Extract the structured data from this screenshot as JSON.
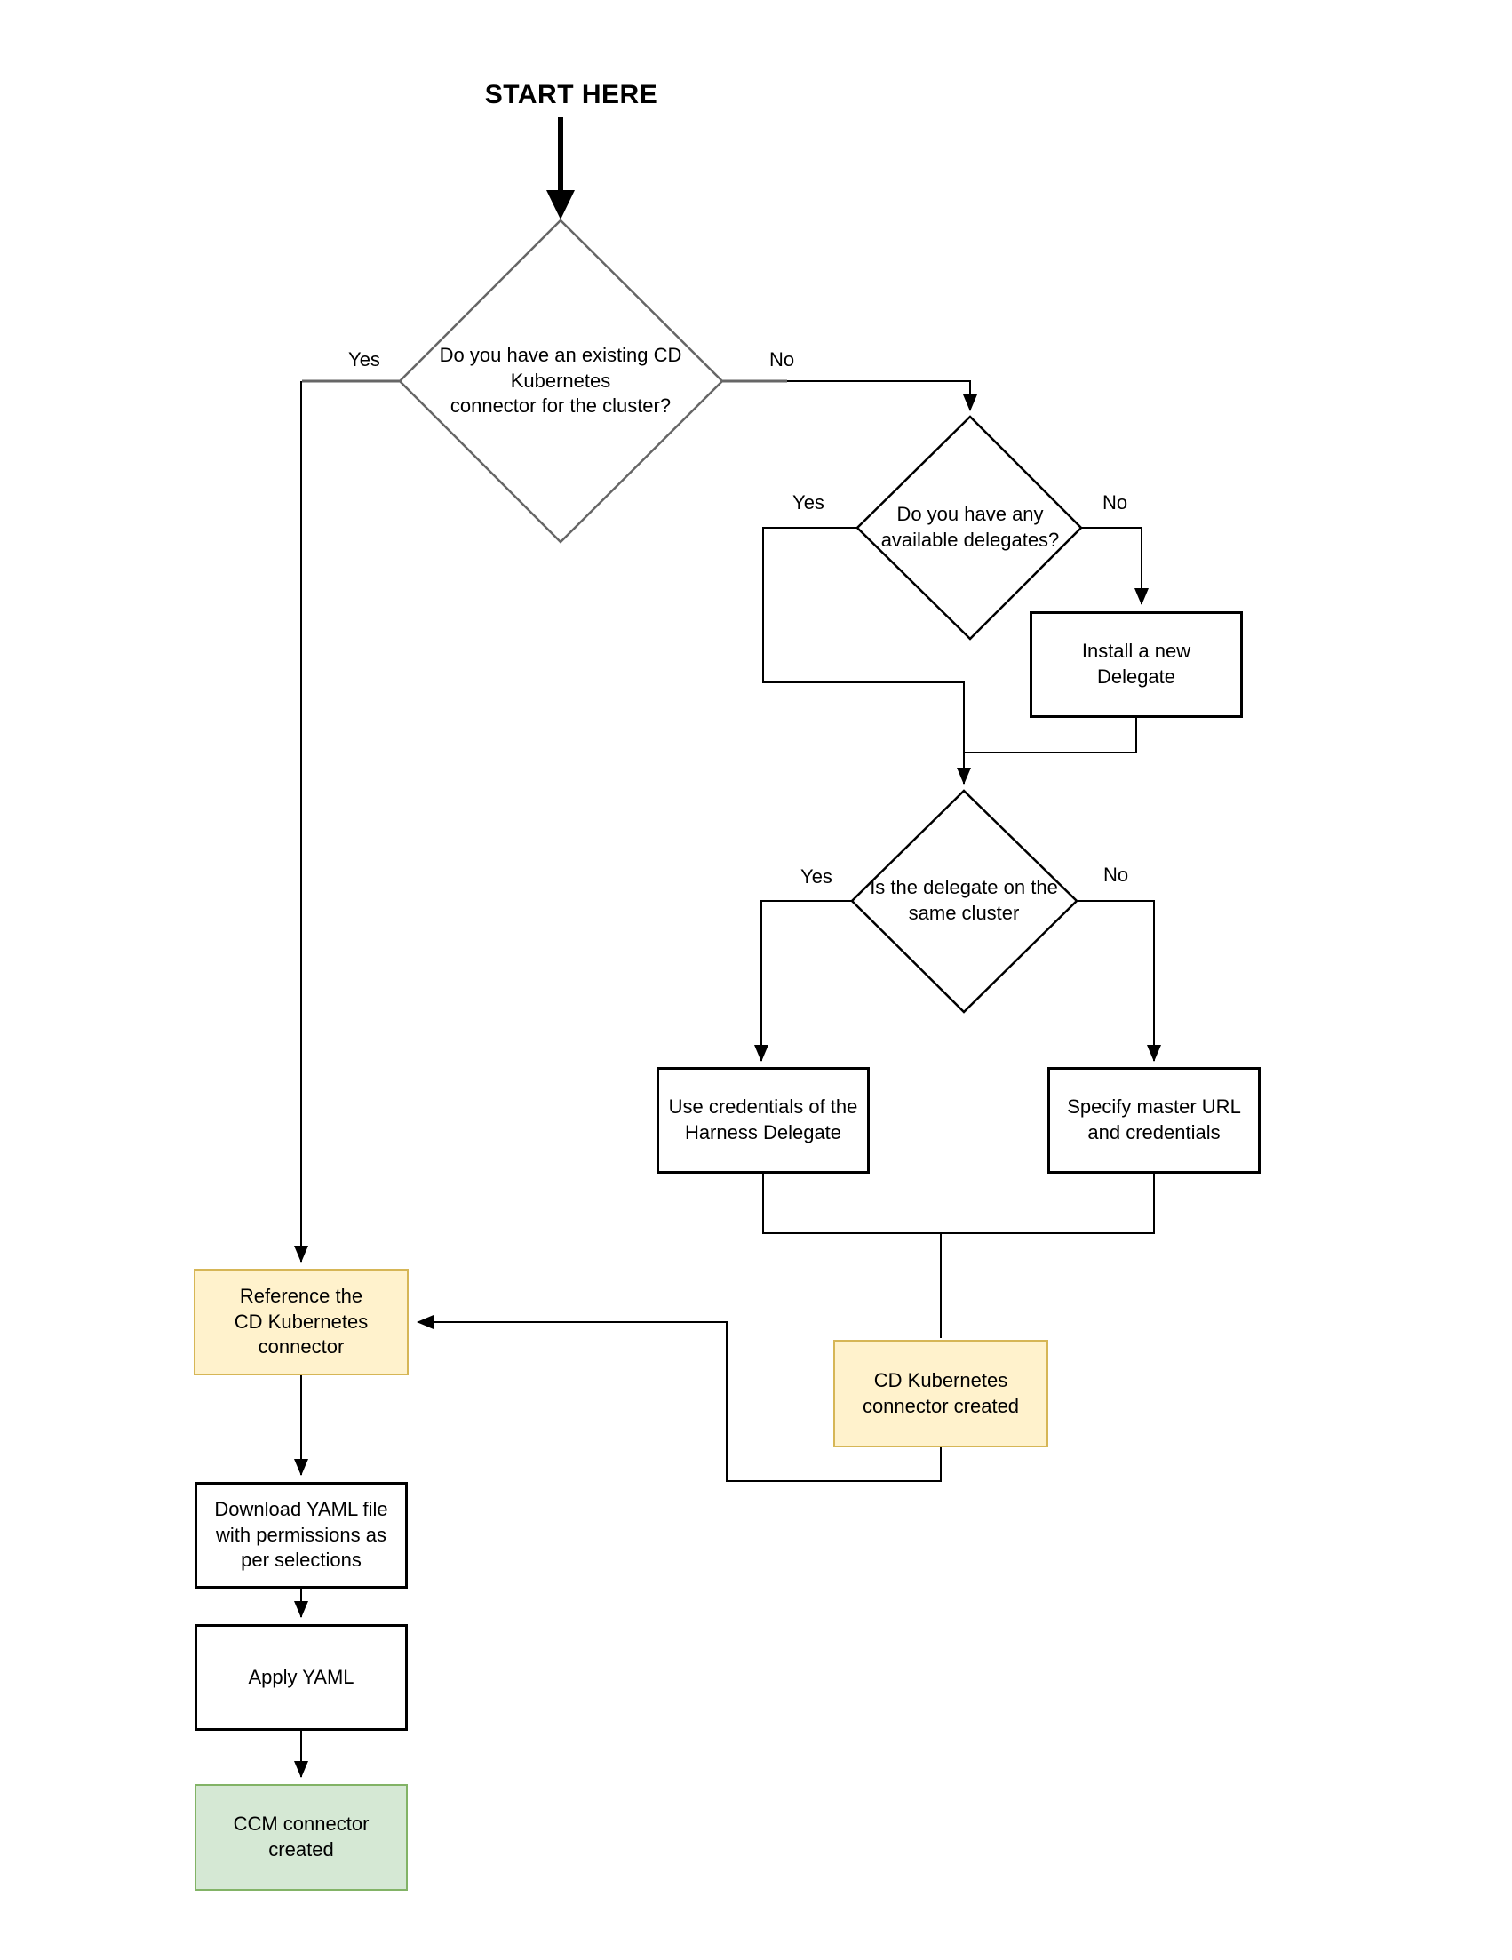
{
  "title": "START HERE",
  "colors": {
    "yellow_fill": "#FFF2CC",
    "yellow_border": "#D6B656",
    "green_fill": "#D5E8D4",
    "green_border": "#82B366",
    "line": "#000000",
    "line_gray": "#666666"
  },
  "flow": {
    "decision_existing_connector": {
      "text": "Do you have an existing CD\nKubernetes\nconnector for the cluster?",
      "yes": "Yes",
      "no": "No"
    },
    "decision_available_delegates": {
      "text": "Do you have any\navailable delegates?",
      "yes": "Yes",
      "no": "No"
    },
    "decision_same_cluster": {
      "text": "Is the delegate on the\nsame cluster",
      "yes": "Yes",
      "no": "No"
    },
    "box_install_delegate": {
      "text": "Install a new\nDelegate"
    },
    "box_use_credentials": {
      "text": "Use credentials of the\nHarness Delegate"
    },
    "box_specify_master_url": {
      "text": "Specify master URL\nand credentials"
    },
    "box_cd_connector_created": {
      "text": "CD Kubernetes\nconnector created"
    },
    "box_reference_connector": {
      "text": "Reference the\nCD Kubernetes\nconnector"
    },
    "box_download_yaml": {
      "text": "Download YAML file\nwith permissions as\nper selections"
    },
    "box_apply_yaml": {
      "text": "Apply YAML"
    },
    "box_ccm_connector_created": {
      "text": "CCM connector\ncreated"
    }
  }
}
